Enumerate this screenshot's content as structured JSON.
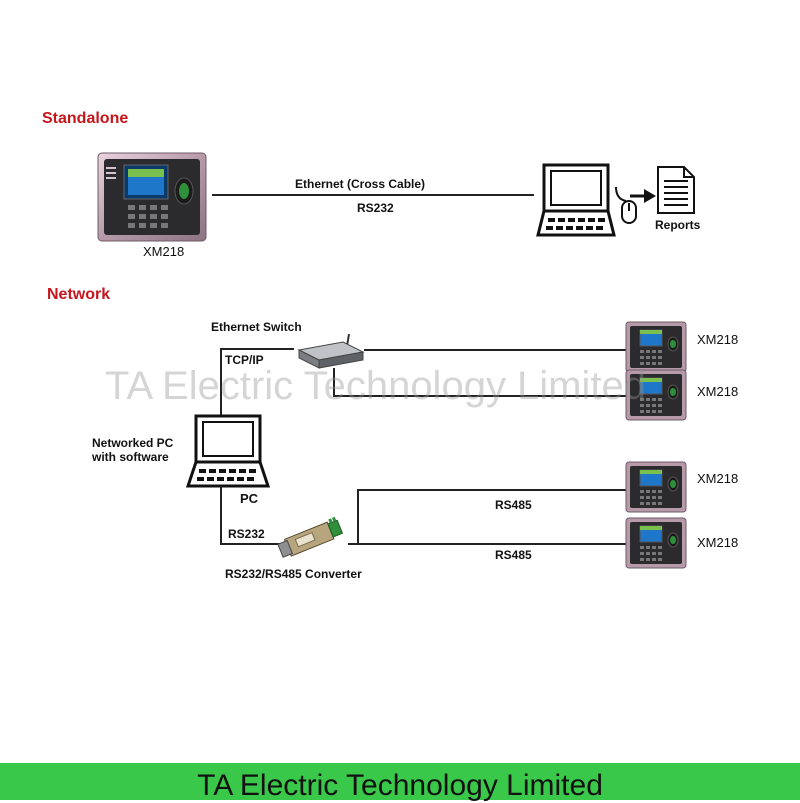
{
  "standalone": {
    "title": "Standalone",
    "device_label": "XM218",
    "link_label_top": "Ethernet  (Cross Cable)",
    "link_label_bottom": "RS232",
    "reports_label": "Reports"
  },
  "network": {
    "title": "Network",
    "switch_label": "Ethernet Switch",
    "tcpip_label": "TCP/IP",
    "pc_desc_line1": "Networked PC",
    "pc_desc_line2": "with software",
    "pc_label": "PC",
    "rs232_label": "RS232",
    "converter_label": "RS232/RS485 Converter",
    "rs485_label_1": "RS485",
    "rs485_label_2": "RS485",
    "devices": [
      "XM218",
      "XM218",
      "XM218",
      "XM218"
    ]
  },
  "watermark": "TA Electric Technology Limited",
  "footer": {
    "text": "TA Electric Technology Limited",
    "color": "#39c84a"
  },
  "accent_color": "#c4161c"
}
